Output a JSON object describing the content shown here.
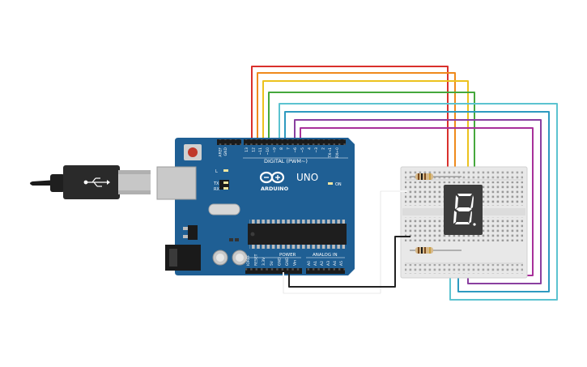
{
  "board": {
    "digital_label": "DIGITAL (PWM~)",
    "brand": "ARDUINO",
    "model": "UNO",
    "power_label": "POWER",
    "analog_label": "ANALOG IN",
    "led_on": "ON",
    "led_l": "L",
    "led_tx": "TX",
    "led_rx": "RX",
    "digital_pins": [
      "AREF",
      "GND",
      "13",
      "12",
      "~11",
      "~10",
      "~9",
      "8",
      "7",
      "~6",
      "~5",
      "4",
      "~3",
      "2",
      "TX→1",
      "RX←0"
    ],
    "power_pins": [
      "IOREF",
      "RESET",
      "3.3V",
      "5V",
      "GND",
      "GND",
      "Vin"
    ],
    "analog_pins": [
      "A0",
      "A1",
      "A2",
      "A3",
      "A4",
      "A5"
    ]
  },
  "colors": {
    "board": "#1f5f94",
    "breadboard": "#e8e8e8",
    "display": "#3c3c3c",
    "segment_on": "#ffffff",
    "wire_red": "#d9302c",
    "wire_orange": "#ef8a1c",
    "wire_yellow": "#ecc21e",
    "wire_green": "#45a83c",
    "wire_teal": "#5cc3d0",
    "wire_blue": "#2e9ac0",
    "wire_purple": "#8a3fa0",
    "wire_magenta": "#a8309a",
    "wire_black": "#222222"
  }
}
